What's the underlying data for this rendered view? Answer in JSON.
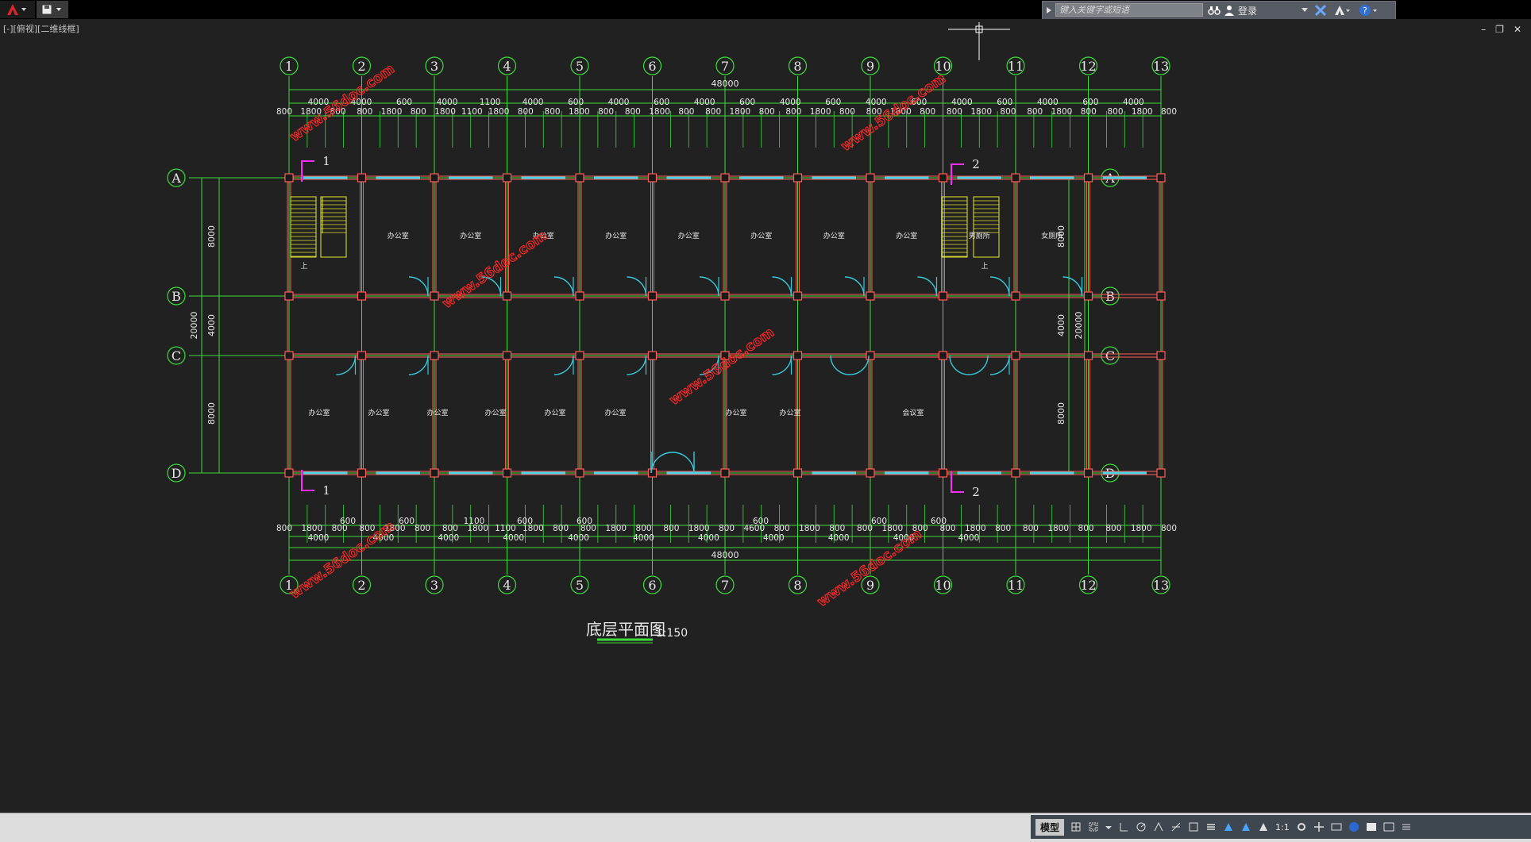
{
  "app": {
    "search_placeholder": "键入关键字或短语",
    "login_label": "登录",
    "view_label": "[-][俯视][二维线框]",
    "window_controls": [
      "–",
      "❐",
      "✕"
    ]
  },
  "colors": {
    "axis": "#3cdc3c",
    "wall": "#ff5a5a",
    "window": "#48d6e6",
    "door": "#38c8d8",
    "stair": "#e6e632",
    "section": "#ff2aff",
    "watermark": "#ff2828",
    "background": "#212121"
  },
  "drawing": {
    "title": "底层平面图",
    "scale": "1:150",
    "column_axes": [
      "1",
      "2",
      "3",
      "4",
      "5",
      "6",
      "7",
      "8",
      "9",
      "10",
      "11",
      "12",
      "13"
    ],
    "row_axes": [
      "A",
      "B",
      "C",
      "D"
    ],
    "overall_width": "48000",
    "overall_depth": "20000",
    "bay_depths": [
      "8000",
      "4000",
      "8000"
    ],
    "top_dims_row1": [
      "4000",
      "4000",
      "600",
      "4000",
      "1100",
      "4000",
      "600",
      "4000",
      "600",
      "4000",
      "600",
      "4000",
      "600",
      "4000",
      "600",
      "4000",
      "600",
      "4000",
      "600",
      "4000"
    ],
    "top_dims_row2": [
      "800",
      "1800",
      "800",
      "800",
      "1800",
      "800",
      "1800",
      "1100",
      "1800",
      "800",
      "800",
      "1800",
      "800",
      "800",
      "1800",
      "800",
      "800",
      "1800",
      "800",
      "800",
      "1800",
      "800",
      "800",
      "1800",
      "800",
      "800",
      "1800",
      "800",
      "800",
      "1800",
      "800",
      "800",
      "1800",
      "800"
    ],
    "bottom_dims_row1": [
      "600",
      "600",
      "1100",
      "600",
      "600",
      "600",
      "600",
      "600"
    ],
    "bottom_dims_row2": [
      "800",
      "1800",
      "800",
      "800",
      "1800",
      "800",
      "800",
      "1800",
      "1100",
      "1800",
      "800",
      "800",
      "1800",
      "800",
      "800",
      "1800",
      "800",
      "4600",
      "800",
      "1800",
      "800",
      "800",
      "1800",
      "800",
      "800",
      "1800",
      "800",
      "800",
      "1800",
      "800",
      "800",
      "1800",
      "800"
    ],
    "bottom_dims_row3": [
      "4000",
      "4000",
      "4000",
      "4000",
      "4000",
      "4000",
      "4000",
      "4000",
      "4000",
      "4000",
      "4000"
    ],
    "section_marks": [
      "1",
      "2",
      "1",
      "2"
    ],
    "stair_up": [
      "上",
      "上"
    ],
    "rooms_top": [
      "办公室",
      "办公室",
      "办公室",
      "办公室",
      "办公室",
      "办公室",
      "办公室",
      "办公室",
      "男厕所",
      "女厕所"
    ],
    "rooms_bottom": [
      "办公室",
      "办公室",
      "办公室",
      "办公室",
      "办公室",
      "办公室",
      "办公室",
      "办公室",
      "会议室"
    ],
    "watermark_text": "www.56doc.com"
  },
  "status": {
    "model_label": "模型",
    "scale_label": "1:1"
  }
}
